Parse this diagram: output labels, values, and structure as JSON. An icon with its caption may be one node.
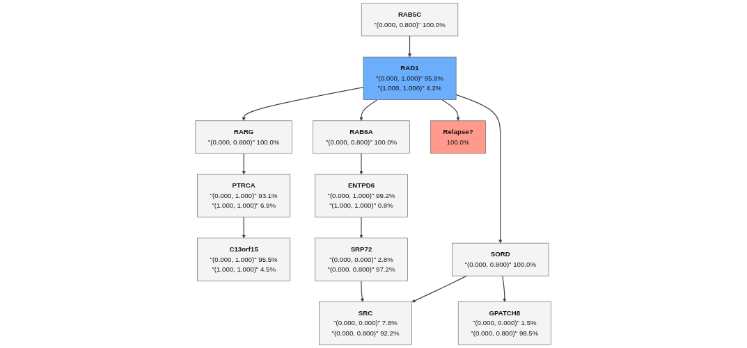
{
  "diagram": {
    "nodes": [
      {
        "text": [
          "RAB5C",
          "\"(0.000, 0.800)\"",
          "100.0%"
        ]
      },
      {
        "text": [
          "RAD1",
          "\"(0.000, 1.000)\"",
          "\"(1.000, 1.000)\"",
          "95.8%",
          "4.2%"
        ]
      },
      {
        "text": [
          "PTRCA",
          "\"(0.000, 1.000)\"",
          "\"(1.000, 1.000)\"",
          "93.1%",
          "6.9%"
        ]
      },
      {
        "text": [
          "RAB6A",
          "\"(0.000, 0.800)\"",
          "100.0%"
        ]
      },
      {
        "text": [
          "RARG",
          "\"(0.000, 0.800)\"",
          "100.0%"
        ]
      },
      {
        "text": [
          "C13orf15",
          "\"(0.000, 1.000)\"",
          "\"(1.000, 1.000)\"",
          "95.5%",
          "4.5%"
        ]
      },
      {
        "text": [
          "Relapse?",
          "100.0%"
        ]
      },
      {
        "text": [
          "ENTPD6",
          "\"(0.000, 1.000)\"",
          "\"(1.000, 1.000)\"",
          "99.2%",
          "0.8%"
        ]
      },
      {
        "text": [
          "SORD",
          "\"(0.000, 0.800)\"",
          "100.0%"
        ]
      },
      {
        "text": [
          "SRP72",
          "\"(0.000, 0.000)\"",
          "\"(0.000, 0.800)\"",
          "2.8%",
          "97.2%"
        ]
      },
      {
        "text": [
          "SRC",
          "\"(0.000, 0.000)\"",
          "\"(0.000, 0.800)\"",
          "7.8%",
          "92.2%"
        ]
      },
      {
        "text": [
          "GPATCH8",
          "\"(0.000, 0.000)\"",
          "\"(0.000, 0.800)\"",
          "1.5%",
          "98.5%"
        ]
      }
    ],
    "edges": [
      {
        "from": 0,
        "to": 1,
        "arrow": "to"
      },
      {
        "from": 1,
        "to": 3,
        "arrow": "to"
      },
      {
        "from": 1,
        "to": 4,
        "arrow": "to"
      },
      {
        "from": 1,
        "to": 8,
        "arrow": "to"
      },
      {
        "from": 1,
        "to": 6,
        "arrow": "to"
      },
      {
        "from": 4,
        "to": 2,
        "arrow": "to"
      },
      {
        "from": 2,
        "to": 5,
        "arrow": "to"
      },
      {
        "from": 3,
        "to": 7,
        "arrow": "to"
      },
      {
        "from": 7,
        "to": 9,
        "arrow": "to"
      },
      {
        "from": 9,
        "to": 10,
        "arrow": "to"
      },
      {
        "from": 8,
        "to": 10,
        "arrow": "to"
      },
      {
        "from": 8,
        "to": 11,
        "arrow": "to"
      }
    ]
  }
}
